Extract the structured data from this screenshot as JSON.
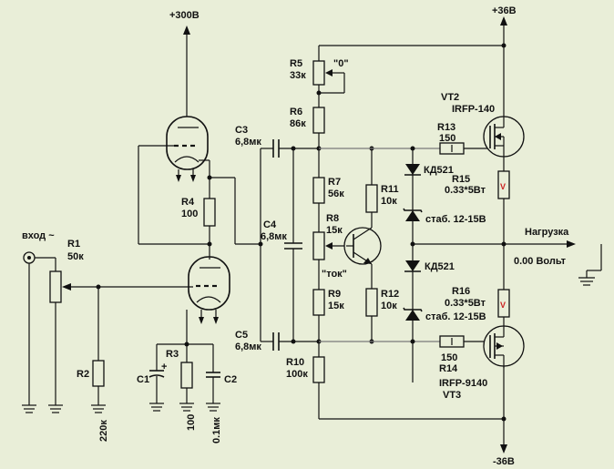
{
  "power": {
    "plus300": "+300В",
    "plus36": "+36В",
    "minus36": "-36В"
  },
  "input": {
    "label": "вход ~"
  },
  "load": {
    "label": "Нагрузка",
    "volts": "0.00 Вольт"
  },
  "resistors": {
    "r1": {
      "name": "R1",
      "value": "50к"
    },
    "r2": {
      "name": "R2",
      "value": "220к"
    },
    "r3": {
      "name": "R3",
      "value": "100"
    },
    "r4": {
      "name": "R4",
      "value": "100"
    },
    "r5": {
      "name": "R5",
      "value": "33к",
      "note": "\"0\""
    },
    "r6": {
      "name": "R6",
      "value": "86к"
    },
    "r7": {
      "name": "R7",
      "value": "56к"
    },
    "r8": {
      "name": "R8",
      "value": "15к",
      "note": "\"ток\""
    },
    "r9": {
      "name": "R9",
      "value": "15к"
    },
    "r10": {
      "name": "R10",
      "value": "100к"
    },
    "r11": {
      "name": "R11",
      "value": "10к"
    },
    "r12": {
      "name": "R12",
      "value": "10к"
    },
    "r13": {
      "name": "R13",
      "value": "150"
    },
    "r14": {
      "name": "R14",
      "value": "150"
    },
    "r15": {
      "name": "R15",
      "value": "0.33*5Вт"
    },
    "r16": {
      "name": "R16",
      "value": "0.33*5Вт"
    }
  },
  "capacitors": {
    "c1": {
      "name": "C1",
      "polarity": "+"
    },
    "c2": {
      "name": "C2",
      "value": "0.1мк"
    },
    "c3": {
      "name": "C3",
      "value": "6,8мк"
    },
    "c4": {
      "name": "C4",
      "value": "6,8мк"
    },
    "c5": {
      "name": "C5",
      "value": "6,8мк"
    }
  },
  "transistors": {
    "vt2": {
      "name": "VT2",
      "part": "IRFP-140"
    },
    "vt3": {
      "name": "VT3",
      "part": "IRFP-9140"
    }
  },
  "diodes": {
    "d_top": "КД521",
    "z_top": "стаб. 12-15В",
    "d_bot": "КД521",
    "z_bot": "стаб. 12-15В"
  },
  "marks": {
    "v_mark": "V"
  },
  "colors": {
    "background": "#e9eed8",
    "line": "#111111",
    "tag": "#7a7a7a",
    "fuse_mark": "#cc2222"
  }
}
